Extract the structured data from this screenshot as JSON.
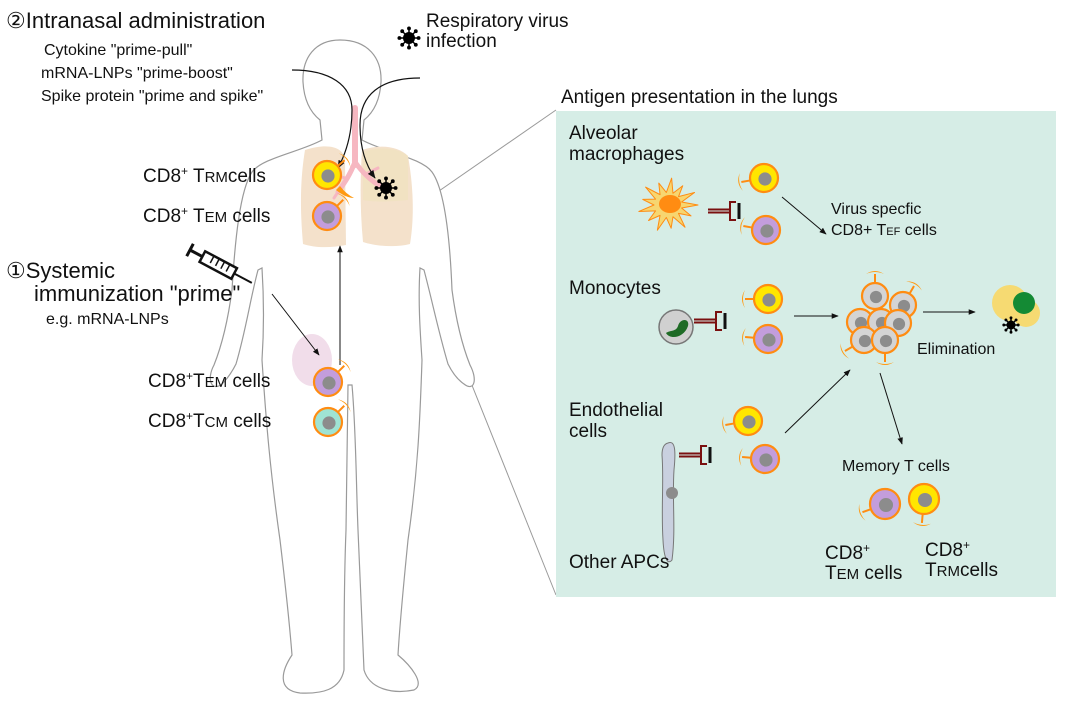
{
  "colors": {
    "panel_bg": "#d6ede6",
    "lung_fill": "#f4e1cb",
    "trachea": "#f6b7c1",
    "receptor": "#ff9a12",
    "cell_border": "#ff8c12",
    "trm_fill": "#ffe600",
    "tem_fill": "#c39ddc",
    "tcm_fill": "#9fe3d3",
    "nucleus": "#8c8c8c",
    "effector_fill": "#d4d4d4",
    "macrophage_fill": "#f7d670",
    "macrophage_nucleus": "#ff8c12",
    "monocyte_nucleus": "#1f6b26",
    "mhc_tcr": "#7a1010",
    "endothelial_fill": "#c9d0df",
    "infected_cell": "#f6da72",
    "apoptotic_nucleus": "#148a34",
    "virus": "#000000",
    "body_outline": "#9a9a9a"
  },
  "left": {
    "intranasal": {
      "number": "②",
      "title": "Intranasal administration",
      "items": [
        "Cytokine \"prime-pull\"",
        "mRNA-LNPs \"prime-boost\"",
        "Spike protein \"prime and spike\""
      ]
    },
    "virus_label": [
      "Respiratory virus",
      "infection"
    ],
    "lung_cells": [
      {
        "prefix": "CD8",
        "sup": "+",
        "t": "T",
        "sub": "RM",
        "suffix": "cells"
      },
      {
        "prefix": "CD8",
        "sup": "+",
        "t": "T",
        "sub": "EM",
        "suffix": "cells"
      }
    ],
    "systemic": {
      "number": "①",
      "title_line1": "Systemic",
      "title_line2": "immunization \"prime\"",
      "example": "e.g. mRNA-LNPs"
    },
    "lymph_cells": [
      {
        "prefix": "CD8",
        "sup": "+",
        "t": "T",
        "sub": "EM",
        "suffix": "cells"
      },
      {
        "prefix": "CD8",
        "sup": "+",
        "t": "T",
        "sub": "CM",
        "suffix": "cells"
      }
    ]
  },
  "panel": {
    "title": "Antigen presentation in the lungs",
    "apcs": [
      {
        "label_lines": [
          "Alveolar",
          "macrophages"
        ]
      },
      {
        "label_lines": [
          "Monocytes"
        ]
      },
      {
        "label_lines": [
          "Endothelial",
          "cells"
        ]
      },
      {
        "label_lines": [
          "Other APCs"
        ]
      }
    ],
    "effector": {
      "line1": "Virus specfic",
      "prefix": "CD8+ ",
      "t": "T",
      "sub": "EF",
      "suffix": " cells"
    },
    "elimination": "Elimination",
    "memory": {
      "title": "Memory T cells",
      "cells": [
        {
          "prefix": "CD8",
          "sup": "+",
          "t": "T",
          "sub": "EM",
          "suffix": "cells"
        },
        {
          "prefix": "CD8",
          "sup": "+",
          "t": "T",
          "sub": "RM",
          "suffix": "cells"
        }
      ]
    }
  }
}
